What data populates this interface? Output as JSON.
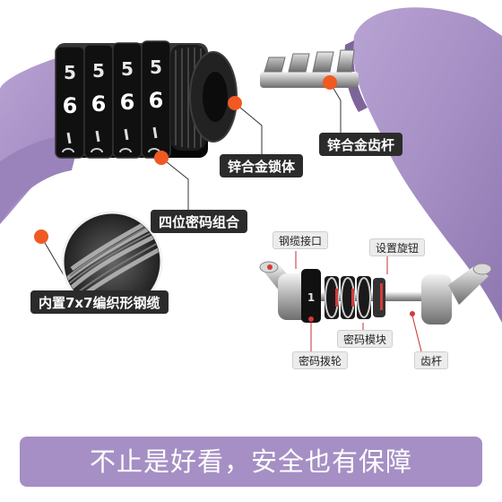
{
  "labels": {
    "zinc_body": "锌合金锁体",
    "zinc_rod": "锌合金齿杆",
    "four_digit": "四位密码组合",
    "cable": "内置7x7编织形钢缆",
    "cable_joint": "钢缆接口",
    "knob": "设置旋钮",
    "code_module": "密码模块",
    "code_wheel": "密码拨轮",
    "teeth_rod": "齿杆"
  },
  "banner": "不止是好看，安全也有保障",
  "dials": {
    "top": [
      "5",
      "5",
      "5",
      "5"
    ],
    "middle": [
      "6",
      "6",
      "6",
      "6"
    ]
  },
  "colors": {
    "purple": "#a68fc4",
    "banner": "#a58fc4",
    "marker": "#f05a22",
    "dial": "#1a1a1a"
  }
}
